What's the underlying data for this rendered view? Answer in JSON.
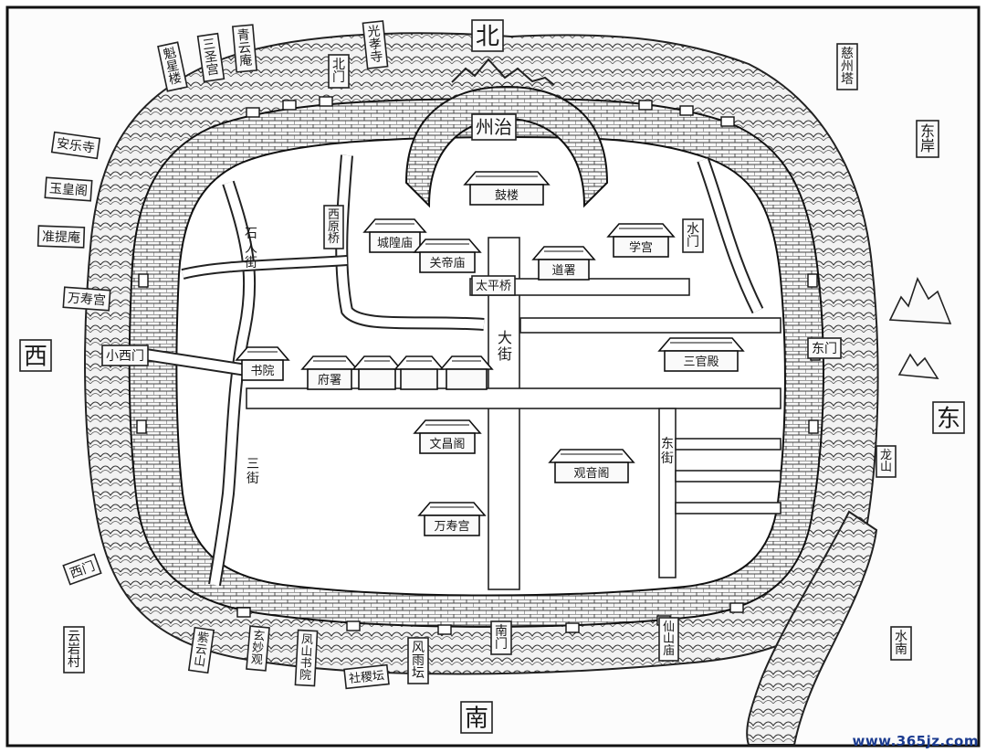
{
  "map": {
    "directions": {
      "north": "北",
      "south": "南",
      "west": "西",
      "east": "东"
    },
    "center": {
      "office": "州治",
      "drum_tower": "鼓楼"
    },
    "streets": {
      "main": "大街",
      "east": "东街",
      "third": "三街",
      "stone": "石人街",
      "west_bridge": "西原桥",
      "taiping": "太平桥"
    },
    "gates": {
      "north_gate": "北门",
      "west_gate": "西门",
      "east_gate": "东门",
      "south_gate": "南门",
      "little_west": "小西门",
      "water_gate": "水门"
    },
    "buildings": {
      "temple_a": "城隍庙",
      "temple_b": "关帝庙",
      "academy": "学宫",
      "school": "书院",
      "yamen": "道署",
      "dept": "府署",
      "shrine": "三官殿",
      "tower_view": "文昌阁",
      "pavilion": "观音阁",
      "hall": "万寿宫"
    },
    "outside": {
      "top_1": "魁星楼",
      "top_2": "三圣宫",
      "top_3": "青云庵",
      "top_4": "光孝寺",
      "right_1": "慈州塔",
      "right_2": "东岸",
      "left_1": "安乐寺",
      "left_2": "玉皇阁",
      "left_3": "准提庵",
      "left_4": "万寿宫",
      "bottom_1": "紫云山",
      "bottom_2": "玄妙观",
      "bottom_3": "凤山书院",
      "bottom_4": "社稷坛",
      "bottom_5": "风雨坛",
      "bottom_6": "仙山庙",
      "corner_left": "云岩村",
      "corner_right": "水南",
      "hill": "龙山"
    }
  },
  "watermark": "www.365jz.com"
}
